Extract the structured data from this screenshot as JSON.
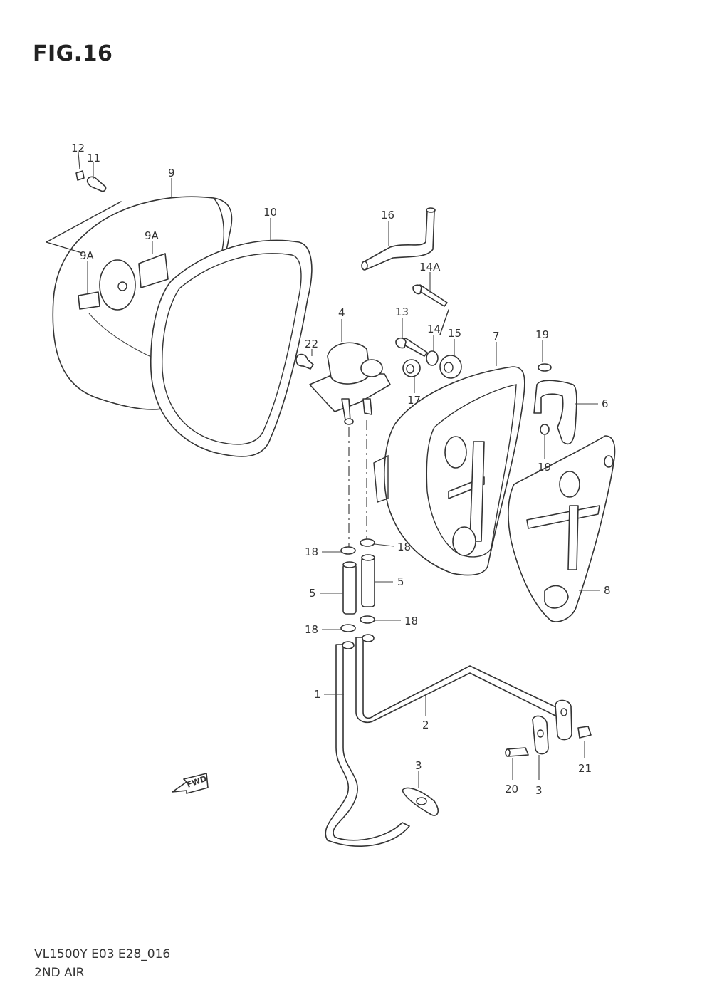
{
  "figure": {
    "title": "FIG.16",
    "model_code": "VL1500Y E03 E28_016",
    "section_name": "2ND AIR"
  },
  "fwd_arrow": {
    "label": "FWD"
  },
  "callouts": {
    "c12": "12",
    "c11": "11",
    "c9": "9",
    "c9a_left": "9A",
    "c9a_right": "9A",
    "c10": "10",
    "c16": "16",
    "c14a": "14A",
    "c13": "13",
    "c14": "14",
    "c15": "15",
    "c4": "4",
    "c22": "22",
    "c17": "17",
    "c7": "7",
    "c19_top": "19",
    "c6": "6",
    "c19_bottom": "19",
    "c8": "8",
    "c18_a": "18",
    "c18_b": "18",
    "c18_c": "18",
    "c18_d": "18",
    "c5_left": "5",
    "c5_right": "5",
    "c1": "1",
    "c2": "2",
    "c3_left": "3",
    "c3_right": "3",
    "c20": "20",
    "c21": "21"
  }
}
